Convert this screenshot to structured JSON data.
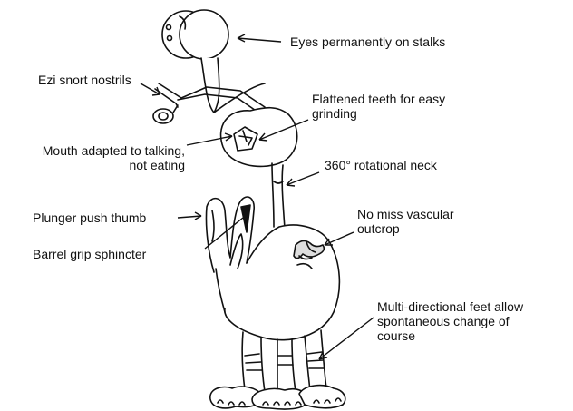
{
  "labels": {
    "eyes": [
      "Eyes permanently on stalks"
    ],
    "nostrils": [
      "Ezi snort nostrils"
    ],
    "teeth": [
      "Flattened teeth for easy",
      "grinding"
    ],
    "mouth": [
      "Mouth adapted to talking,",
      "not eating"
    ],
    "neck": [
      "360° rotational neck"
    ],
    "thumb": [
      "Plunger push thumb"
    ],
    "vascular": [
      "No miss vascular",
      "outcrop"
    ],
    "sphincter": [
      "Barrel grip sphincter"
    ],
    "feet": [
      "Multi-directional feet allow",
      "spontaneous change of",
      "course"
    ]
  },
  "colors": {
    "ink": "#111111",
    "paper": "#ffffff"
  }
}
